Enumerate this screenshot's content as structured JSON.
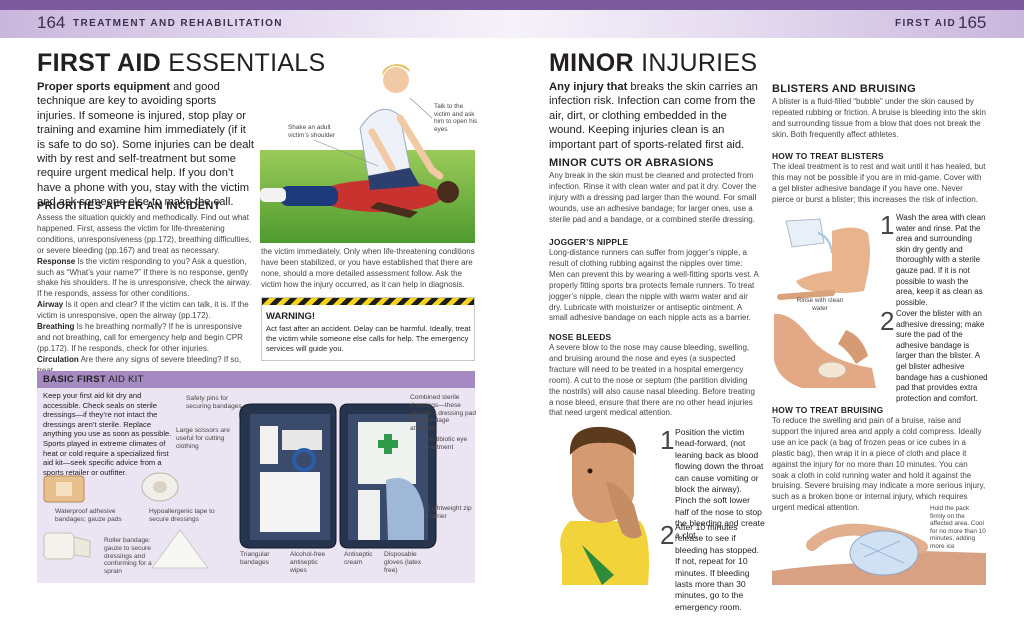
{
  "header": {
    "left_page_number": "164",
    "left_running_head": "TREATMENT AND REHABILITATION",
    "right_running_head": "FIRST AID",
    "right_page_number": "165"
  },
  "first_aid": {
    "title_bold": "FIRST AID",
    "title_light": "ESSENTIALS",
    "lead_bold": "Proper sports equipment",
    "lead_rest": " and good technique are key to avoiding sports injuries. If someone is injured, stop play or training and examine him immediately (if it is safe to do so). Some injuries can be dealt with by rest and self-treatment but some require urgent medical help. If you don’t have a phone with you, stay with the victim and ask someone else to make the call.",
    "label_shoulder": "Shake an adult victim’s shoulder",
    "label_talk": "Talk to the victim and ask him to open his eyes",
    "priorities_heading": "PRIORITIES AFTER AN INCIDENT",
    "priorities_intro": "Assess the situation quickly and methodically. Find out what happened. First, assess the victim for life-threatening conditions, unresponsiveness (pp.172), breathing difficulties, or severe bleeding (pp.167) and treat as necessary.",
    "response_label": "Response",
    "response_text": " Is the victim responding to you? Ask a question, such as “What’s your name?” If there is no response, gently shake his shoulders. If he is unresponsive, check the airway. If he responds, assess for other conditions.",
    "airway_label": "Airway",
    "airway_text": " Is it open and clear? If the victim can talk, it is. If the victim is unresponsive, open the airway (pp.172).",
    "breathing_label": "Breathing",
    "breathing_text": " Is he breathing normally? If he is unresponsive and not breathing, call for emergency help and begin CPR (pp.172). If he responds, check for other injuries.",
    "circulation_label": "Circulation",
    "circulation_text": " Are there any signs of severe bleeding? If so, treat",
    "continued_text": "the victim immediately. Only when life-threatening conditions have been stabilized, or you have established that there are none, should a more detailed assessment follow. Ask the victim how the injury occurred, as it can help in diagnosis.",
    "warning_title": "WARNING!",
    "warning_text": "Act fast after an accident. Delay can be harmful. Ideally, treat the victim while someone else calls for help. The emergency services will guide you."
  },
  "kit": {
    "heading_bold": "BASIC FIRST",
    "heading_light": " AID KIT",
    "intro": "Keep your first aid kit dry and accessible. Check seals on sterile dressings—if they’re not intact the dressings aren’t sterile. Replace anything you use as soon as possible. Sports played in extreme climates of heat or cold require a specialized first aid kit—seek specific advice from a sports retailer or outfitter.",
    "label_safety_pins": "Safety pins for securing bandages",
    "label_scissors": "Large scissors are useful for cutting clothing",
    "label_combined": "Combined sterile dressings—these include a dressing pad with bandage attached",
    "label_antibiotic": "Antibiotic eye ointment",
    "label_zip": "Lightweight zip carrier",
    "label_waterproof": "Waterproof adhesive bandages; gauze pads",
    "label_tape": "Hypoallergenic tape to secure dressings",
    "label_roller": "Roller bandage: gauze to secure dressings and conforming for a sprain",
    "label_triangular": "Triangular bandages",
    "label_alcohol": "Alcohol-free antiseptic wipes",
    "label_cream": "Antiseptic cream",
    "label_gloves": "Disposable gloves (latex free)"
  },
  "minor": {
    "title_bold": "MINOR",
    "title_light": "INJURIES",
    "lead_bold": "Any injury that",
    "lead_rest": " breaks the skin carries an infection risk. Infection can come from the air, dirt, or clothing embedded in the wound. Keeping injuries clean is an important part of sports-related first aid.",
    "cuts_heading": "MINOR CUTS OR ABRASIONS",
    "cuts_text": "Any break in the skin must be cleaned and protected from infection. Rinse it with clean water and pat it dry. Cover the injury with a dressing pad larger than the wound. For small wounds, use an adhesive bandage; for larger ones, use a sterile pad and a bandage, or a combined sterile dressing.",
    "nipple_heading": "JOGGER’S NIPPLE",
    "nipple_text": "Long-distance runners can suffer from jogger’s nipple, a result of clothing rubbing against the nipples over time: Men can prevent this by wearing a well-fitting sports vest. A properly fitting sports bra protects female runners. To treat jogger’s nipple, clean the nipple with warm water and air dry. Lubricate with moisturizer or antiseptic ointment. A small adhesive bandage on each nipple acts as a barrier.",
    "nose_heading": "NOSE BLEEDS",
    "nose_text": "A severe blow to the nose may cause bleeding, swelling, and bruising around the nose and eyes (a suspected fracture will need to be treated in a hospital emergency room). A cut to the nose or septum (the partition dividing the nostrils) will also cause nasal bleeding. Before treating a nose bleed, ensure that there are no other head injuries that need urgent medical attention.",
    "nose_step1_num": "1",
    "nose_step1": "Position the victim head-forward, (not leaning back as blood flowing down the throat can cause vomiting or block the airway). Pinch the soft lower half of the nose to stop the bleeding and create a clot.",
    "nose_step2_num": "2",
    "nose_step2": "After 10 minutes release to see if bleeding has stopped. If not, repeat for 10 minutes. If bleeding lasts more than 30 minutes, go to the emergency room."
  },
  "blisters": {
    "heading": "BLISTERS AND BRUISING",
    "text": "A blister is a fluid-filled “bubble” under the skin caused by repeated rubbing or friction. A bruise is bleeding into the skin and surrounding tissue from a blow that does not break the skin. Both frequently affect athletes.",
    "treat_heading": "HOW TO TREAT BLISTERS",
    "treat_text": "The ideal treatment is to rest and wait until it has healed, but this may not be possible if you are in mid-game. Cover with a gel blister adhesive bandage if you have one. Never pierce or burst a blister; this increases the risk of infection.",
    "step1_num": "1",
    "step1": "Wash the area with clean water and rinse. Pat the area and surrounding skin dry gently and thoroughly with a sterile gauze pad. If it is not possible to wash the area, keep it as clean as possible.",
    "rinse_label": "Rinse with clean water",
    "step2_num": "2",
    "step2": "Cover the blister with an adhesive dressing; make sure the pad of the adhesive bandage is larger than the blister. A gel blister adhesive bandage has a cushioned pad that provides extra protection and comfort.",
    "bruise_heading": "HOW TO TREAT BRUISING",
    "bruise_text": "To reduce the swelling and pain of a bruise, raise and support the injured area and apply a cold compress. Ideally use an ice pack (a bag of frozen peas or ice cubes in a plastic bag), then wrap it in a piece of cloth and place it against the injury for no more than 10 minutes. You can soak a cloth in cold running water and hold it against the bruising. Severe bruising may indicate a more serious injury, such as a broken bone or internal injury, which requires urgent medical attention.",
    "hold_label": "Hold the pack firmly on the affected area. Cool for no more than 10 minutes, adding more ice"
  },
  "colors": {
    "accent_purple": "#7b5a9e",
    "kit_panel": "#ebe4f2",
    "kit_header": "#a48ac1",
    "warning_yellow": "#f7d417"
  }
}
